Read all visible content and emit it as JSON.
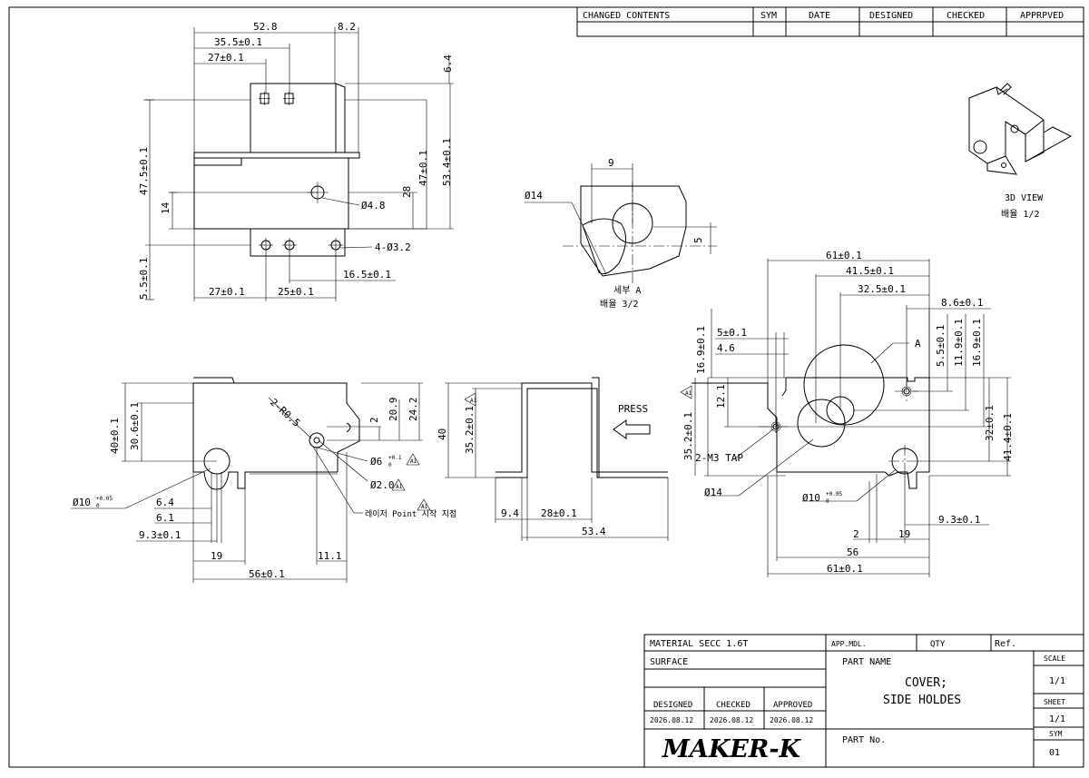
{
  "revision_block": {
    "headers": [
      "CHANGED CONTENTS",
      "SYM",
      "DATE",
      "DESIGNED",
      "CHECKED",
      "APPRPVED"
    ]
  },
  "iso_view": {
    "label": "3D VIEW",
    "scale": "배율  1/2"
  },
  "detail_view": {
    "label": "세부  A",
    "scale": "배율  3/2",
    "dims": {
      "dia": "Ø14",
      "w": "9",
      "h": "5"
    }
  },
  "top_view": {
    "dims": {
      "d52_8": "52.8",
      "d8_2": "8.2",
      "d35_5": "35.5±0.1",
      "d27a": "27±0.1",
      "d6_4": "6.4",
      "d47_5": "47.5±0.1",
      "d47": "47±0.1",
      "d53_4": "53.4±0.1",
      "d28": "28",
      "d14": "14",
      "hole48": "Ø4.8",
      "holes32": "4-Ø3.2",
      "d5_5": "5.5±0.1",
      "d16_5": "16.5±0.1",
      "d27b": "27±0.1",
      "d25": "25±0.1"
    }
  },
  "front_view": {
    "dims": {
      "d40": "40±0.1",
      "d30_6": "30.6±0.1",
      "r05": "2-R0.5",
      "d2": "2",
      "d20_9": "20.9",
      "d24_2": "24.2",
      "d6": "Ø6",
      "d2dia": "Ø2.0",
      "d10": "Ø10",
      "d6_4": "6.4",
      "d6_1": "6.1",
      "d9_3": "9.3±0.1",
      "d19": "19",
      "d56": "56±0.1",
      "d11_1": "11.1",
      "tol_up": "+0.05",
      "tol_lo": "0",
      "tol6_up": "+0.1",
      "tol6_lo": "0",
      "laser": "레이저 Point 시작 지점"
    },
    "rev_tags": [
      "A1",
      "A1",
      "A1"
    ]
  },
  "side_view": {
    "dims": {
      "d40": "40",
      "d35_2": "35.2±0.1",
      "d9_4": "9.4",
      "d28": "28±0.1",
      "d53_4": "53.4"
    },
    "press": "PRESS",
    "rev_tags": [
      "A1"
    ]
  },
  "right_view": {
    "dims": {
      "d61top": "61±0.1",
      "d41_5": "41.5±0.1",
      "d32_5": "32.5±0.1",
      "d8_6": "8.6±0.1",
      "d5": "5±0.1",
      "d4_6": "4.6",
      "d16_9a": "16.9±0.1",
      "d12_1": "12.1",
      "d35_2": "35.2±0.1",
      "tap": "2-M3 TAP",
      "d14": "Ø14",
      "d10": "Ø10",
      "tol_up": "+0.05",
      "tol_lo": "0",
      "d5_5": "5.5±0.1",
      "d11_9": "11.9±0.1",
      "d16_9b": "16.9±0.1",
      "d32": "32±0.1",
      "d41_4": "41.4±0.1",
      "d9_3": "9.3±0.1",
      "d2": "2",
      "d19": "19",
      "d56": "56",
      "d61bot": "61±0.1",
      "a": "A"
    },
    "rev_tags": [
      "A1"
    ]
  },
  "title_block": {
    "material": "MATERIAL  SECC 1.6T",
    "app_mdl": "APP.MDL.",
    "qty": "QTY",
    "ref": "Ref.",
    "surface": "SURFACE",
    "part_name_label": "PART NAME",
    "part_name_1": "COVER;",
    "part_name_2": "SIDE HOLDES",
    "scale_label": "SCALE",
    "scale_value": "1/1",
    "sheet_label": "SHEET",
    "sheet_value": "1/1",
    "sym_label": "SYM",
    "sym_value": "01",
    "designed": "DESIGNED",
    "checked": "CHECKED",
    "approved": "APPROVED",
    "designed_date": "2026.08.12",
    "checked_date": "2026.08.12",
    "approved_date": "2026.08.12",
    "part_no_label": "PART No.",
    "maker": "MAKER-K"
  }
}
